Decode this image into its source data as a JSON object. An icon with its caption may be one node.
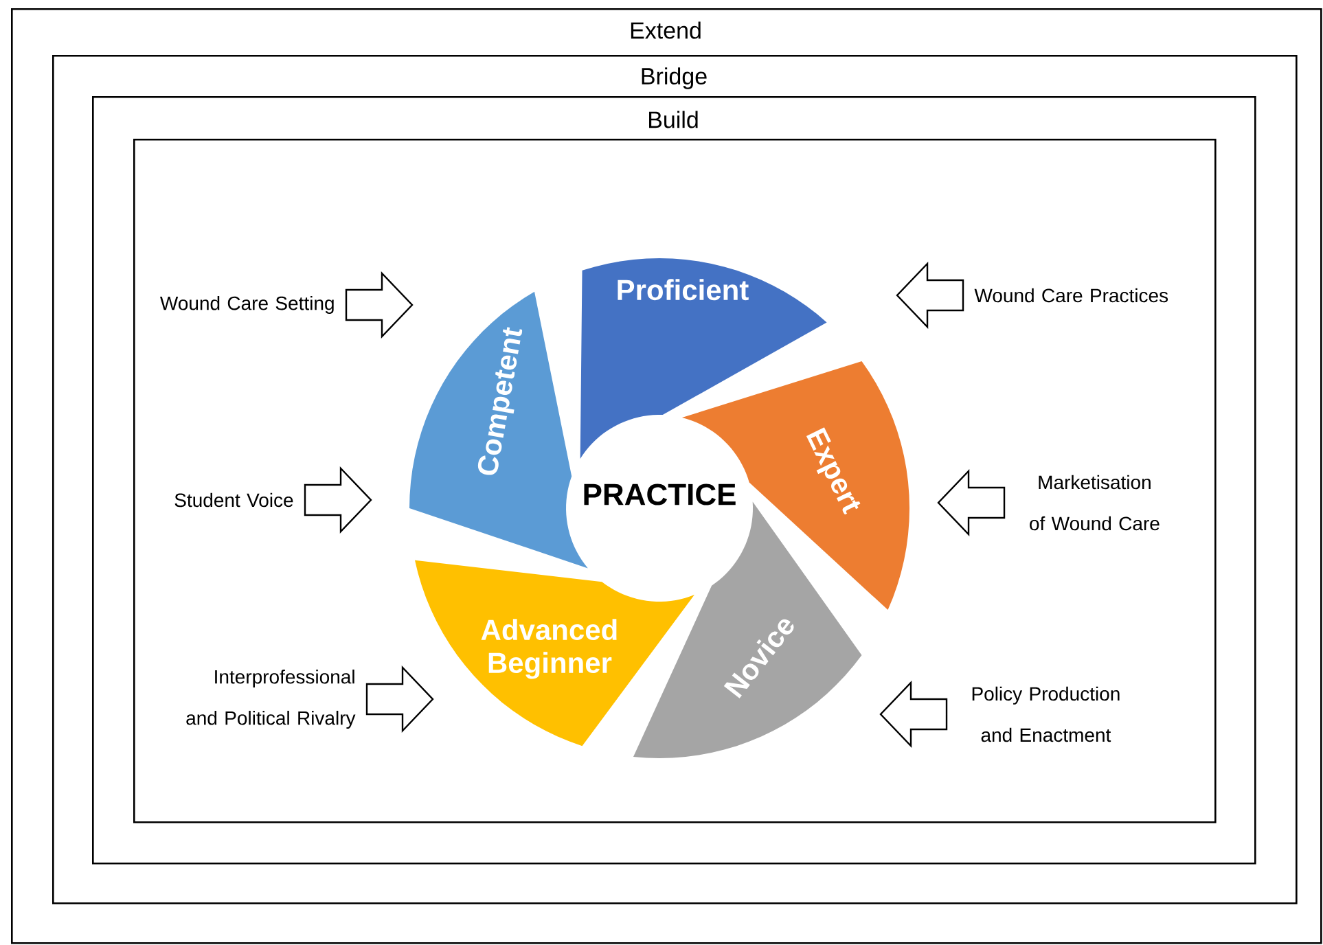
{
  "diagram": {
    "nodes": [
      {
        "text": [
          "Extend"
        ]
      },
      {
        "text": [
          "Bridge"
        ],
        "in": 0
      },
      {
        "text": [
          "Build"
        ],
        "in": 1
      },
      {
        "text": [],
        "shape": "box",
        "in": 2
      },
      {
        "text": [
          "Wound Care Setting"
        ],
        "in": 3
      },
      {
        "text": [
          "Wound Care Practices"
        ],
        "in": 3
      },
      {
        "text": [
          "Student Voice"
        ],
        "in": 3
      },
      {
        "text": [
          "Marketisation of Wound Care"
        ],
        "in": 3
      },
      {
        "text": [
          "Interprofessional and Political Rivalry"
        ],
        "in": 3
      },
      {
        "text": [
          "Policy Production and Enactment"
        ],
        "in": 3
      },
      {
        "text": [
          "Proficient"
        ],
        "in": 3
      },
      {
        "text": [
          "Competent"
        ],
        "in": 3
      },
      {
        "text": [
          "Expert"
        ],
        "in": 3
      },
      {
        "text": [
          "Advanced Beginner"
        ],
        "in": 3
      },
      {
        "text": [
          "Novice"
        ],
        "in": 3
      }
    ],
    "edges": [
      {
        "from": 4,
        "to": null,
        "arrow": "to"
      },
      {
        "from": 5,
        "to": null,
        "arrow": "to"
      },
      {
        "from": 6,
        "to": null,
        "arrow": "to"
      },
      {
        "from": 7,
        "to": null,
        "arrow": "to"
      },
      {
        "from": 8,
        "to": null,
        "arrow": "to"
      },
      {
        "from": 9,
        "to": null,
        "arrow": "to"
      }
    ],
    "labels": [
      "PRACTICE"
    ]
  }
}
